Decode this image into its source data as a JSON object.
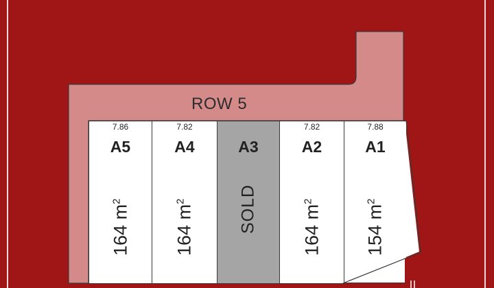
{
  "road": {
    "label": "ROW 5"
  },
  "lots": [
    {
      "id": "A5",
      "width": "7.86",
      "area_value": "164",
      "area_unit": "m",
      "area_exp": "2",
      "status": ""
    },
    {
      "id": "A4",
      "width": "7.82",
      "area_value": "164",
      "area_unit": "m",
      "area_exp": "2",
      "status": ""
    },
    {
      "id": "A3",
      "width": "",
      "area_value": "",
      "area_unit": "",
      "area_exp": "",
      "status": "SOLD"
    },
    {
      "id": "A2",
      "width": "7.82",
      "area_value": "164",
      "area_unit": "m",
      "area_exp": "2",
      "status": ""
    },
    {
      "id": "A1",
      "width": "7.88",
      "area_value": "154",
      "area_unit": "m",
      "area_exp": "2",
      "status": ""
    }
  ],
  "colors": {
    "background": "#a01515",
    "road": "#d58a8a",
    "lot": "#ffffff",
    "sold_lot": "#a5a5a5"
  }
}
